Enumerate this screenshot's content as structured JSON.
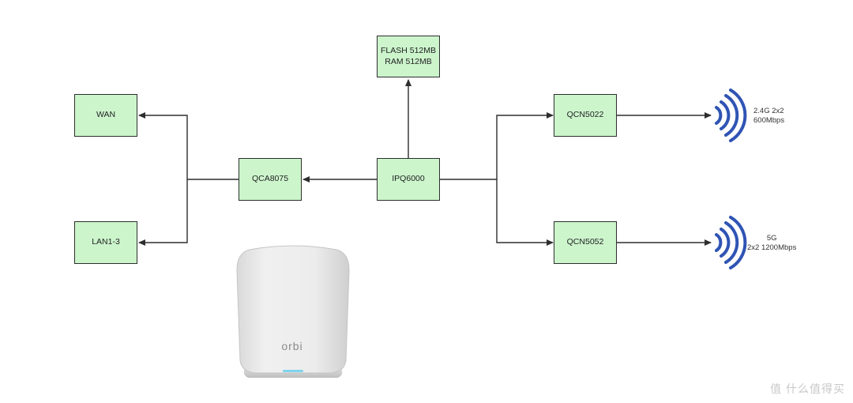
{
  "nodes": {
    "flash": {
      "line1": "FLASH 512MB",
      "line2": "RAM 512MB"
    },
    "wan": {
      "label": "WAN"
    },
    "lan": {
      "label": "LAN1-3"
    },
    "qca8075": {
      "label": "QCA8075"
    },
    "ipq6000": {
      "label": "IPQ6000"
    },
    "qcn5022": {
      "label": "QCN5022"
    },
    "qcn5052": {
      "label": "QCN5052"
    }
  },
  "wireless": {
    "band_24": {
      "line1": "2.4G 2x2",
      "line2": "600Mbps"
    },
    "band_5": {
      "line1": "5G",
      "line2": "2x2 1200Mbps"
    }
  },
  "device": {
    "brand": "orbi"
  },
  "watermark": {
    "text": "值 什么值得买"
  },
  "colors": {
    "box_fill": "#ccf5cc",
    "wave": "#2f54b4",
    "line": "#2e2e2e"
  },
  "icons": [
    "wifi-waves-icon",
    "orbi-router-image"
  ]
}
